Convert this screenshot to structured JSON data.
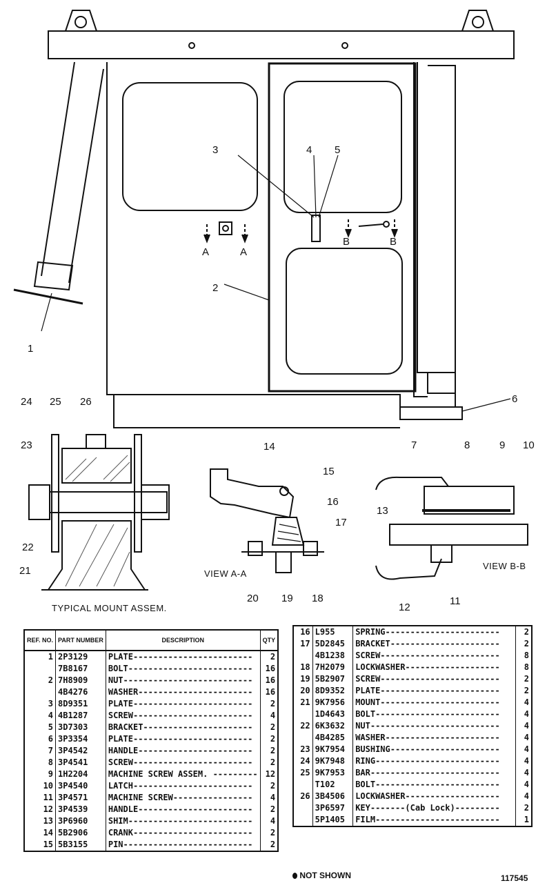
{
  "callouts": [
    "1",
    "2",
    "3",
    "4",
    "5",
    "6",
    "7",
    "8",
    "9",
    "10",
    "11",
    "12",
    "13",
    "14",
    "15",
    "16",
    "17",
    "18",
    "19",
    "20",
    "21",
    "22",
    "23",
    "24",
    "25",
    "26"
  ],
  "section_marks": {
    "a": "A",
    "b": "B"
  },
  "captions": {
    "view_aa": "VIEW A-A",
    "view_bb": "VIEW B-B",
    "typical_mount": "TYPICAL MOUNT ASSEM."
  },
  "table_headers": {
    "ref": "REF. NO.",
    "part": "PART NUMBER",
    "desc": "DESCRIPTION",
    "qty": "QTY"
  },
  "left_rows": [
    {
      "ref": "1",
      "part": "2P3129",
      "desc": "PLATE------------------------",
      "qty": "2"
    },
    {
      "ref": "",
      "part": "7B8167",
      "desc": "BOLT-------------------------",
      "qty": "16"
    },
    {
      "ref": "2",
      "part": "7H8909",
      "desc": "NUT--------------------------",
      "qty": "16"
    },
    {
      "ref": "",
      "part": "4B4276",
      "desc": "WASHER-----------------------",
      "qty": "16"
    },
    {
      "ref": "3",
      "part": "8D9351",
      "desc": "PLATE------------------------",
      "qty": "2"
    },
    {
      "ref": "4",
      "part": "4B1287",
      "desc": "SCREW------------------------",
      "qty": "4"
    },
    {
      "ref": "5",
      "part": "3D7303",
      "desc": "BRACKET----------------------",
      "qty": "2"
    },
    {
      "ref": "6",
      "part": "3P3354",
      "desc": "PLATE------------------------",
      "qty": "2"
    },
    {
      "ref": "7",
      "part": "3P4542",
      "desc": "HANDLE-----------------------",
      "qty": "2"
    },
    {
      "ref": "8",
      "part": "3P4541",
      "desc": "SCREW------------------------",
      "qty": "2"
    },
    {
      "ref": "9",
      "part": "1H2204",
      "desc": "MACHINE SCREW ASSEM. ---------",
      "qty": "12"
    },
    {
      "ref": "10",
      "part": "3P4540",
      "desc": "LATCH------------------------",
      "qty": "2"
    },
    {
      "ref": "11",
      "part": "3P4571",
      "desc": "MACHINE SCREW----------------",
      "qty": "4"
    },
    {
      "ref": "12",
      "part": "3P4539",
      "desc": "HANDLE-----------------------",
      "qty": "2"
    },
    {
      "ref": "13",
      "part": "3P6960",
      "desc": "SHIM-------------------------",
      "qty": "4"
    },
    {
      "ref": "14",
      "part": "5B2906",
      "desc": "CRANK------------------------",
      "qty": "2"
    },
    {
      "ref": "15",
      "part": "5B3155",
      "desc": "PIN--------------------------",
      "qty": "2"
    }
  ],
  "right_rows": [
    {
      "ref": "16",
      "part": "L955",
      "desc": "SPRING-----------------------",
      "qty": "2"
    },
    {
      "ref": "17",
      "part": "5D2845",
      "desc": "BRACKET----------------------",
      "qty": "2"
    },
    {
      "ref": "",
      "part": "4B1238",
      "desc": "SCREW------------------------",
      "qty": "8"
    },
    {
      "ref": "18",
      "part": "7H2079",
      "desc": "LOCKWASHER-------------------",
      "qty": "8"
    },
    {
      "ref": "19",
      "part": "5B2907",
      "desc": "SCREW------------------------",
      "qty": "2"
    },
    {
      "ref": "20",
      "part": "8D9352",
      "desc": "PLATE------------------------",
      "qty": "2"
    },
    {
      "ref": "21",
      "part": "9K7956",
      "desc": "MOUNT------------------------",
      "qty": "4"
    },
    {
      "ref": "",
      "part": "1D4643",
      "desc": "BOLT-------------------------",
      "qty": "4"
    },
    {
      "ref": "22",
      "part": "6K3632",
      "desc": "NUT--------------------------",
      "qty": "4"
    },
    {
      "ref": "",
      "part": "4B4285",
      "desc": "WASHER-----------------------",
      "qty": "4"
    },
    {
      "ref": "23",
      "part": "9K7954",
      "desc": "BUSHING----------------------",
      "qty": "4"
    },
    {
      "ref": "24",
      "part": "9K7948",
      "desc": "RING-------------------------",
      "qty": "4"
    },
    {
      "ref": "25",
      "part": "9K7953",
      "desc": "BAR--------------------------",
      "qty": "4"
    },
    {
      "ref": "",
      "part": "T102",
      "desc": "BOLT-------------------------",
      "qty": "4"
    },
    {
      "ref": "26",
      "part": "3B4506",
      "desc": "LOCKWASHER-------------------",
      "qty": "4"
    },
    {
      "ref": "",
      "part": "3P6597",
      "desc": "KEY-------(Cab Lock)---------",
      "qty": "2"
    },
    {
      "ref": "",
      "part": "5P1405",
      "desc": "FILM-------------------------",
      "qty": "1"
    }
  ],
  "footer": {
    "not_shown": "NOT SHOWN",
    "drawing_no": "117545"
  }
}
